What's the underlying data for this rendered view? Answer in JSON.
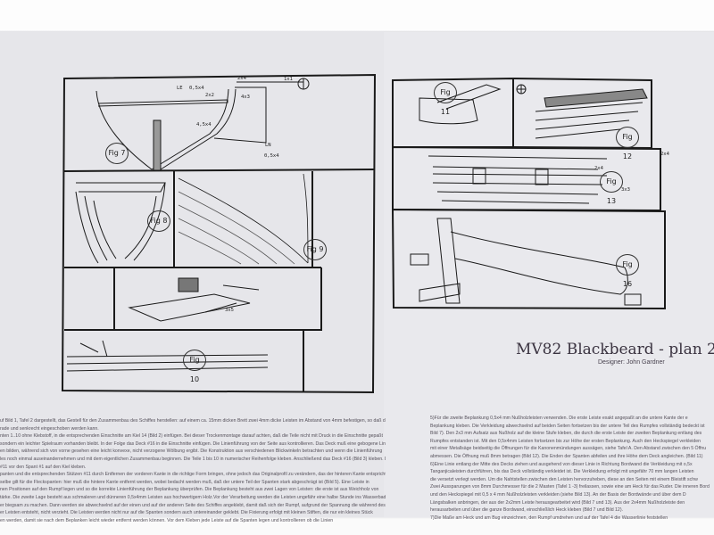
{
  "document": {
    "title": "MV82 Blackbeard - plan 2",
    "designer": "Designer: John Gardner"
  },
  "figures": {
    "fig7": "Fig 7",
    "fig8": "Fig 8",
    "fig9": "Fig 9",
    "fig10": "Fig 10",
    "fig11": "Fig 11",
    "fig12": "Fig 12",
    "fig13": "Fig 13",
    "fig16": "Fig 16"
  },
  "dimensions": {
    "le": "LE",
    "d1": "0,5x4",
    "d2": "2x4",
    "d3": "1x1",
    "d4": "2x2",
    "d5": "4x3",
    "d6": "4,5x4",
    "ln": "LN",
    "d7": "0,5x4",
    "d8": "2x4",
    "d9": "3x3",
    "d10": "3x5",
    "d11": "2x4"
  },
  "text_left": [
    "uf Bild 1, Tafel 2 dargestellt, das Gestell für den Zusammenbau des Schiffes herstellen: auf einem ca. 15mm dicken Brett zwei 4mm dicke Leisten im Abstand von 4mm befestigen, so daß der",
    "rade und senkrecht eingeschoben werden kann.",
    "nten 1..10 ohne Klebstoff, in die entsprechenden Einschnitte am Kiel 14 (Bild 2) einfügen. Bei dieser Trockenmontage darauf achten, daß die Teile nicht mit Druck in die Einschnitte gepaßt",
    "sondern ein leichter Spielraum vorhanden bleibt. In der Folge das Deck #16 in die Einschnitte einfügen. Die Linienführung von der Seite aus kontrollieren. Das Deck muß eine gebogene Linie",
    "en bilden, während sich von vorne gesehen eine leicht konvexe, nicht verzogene Wölbung ergibt. Die Konstruktion aus verschiedenen Blickwinkeln betrachten und wenn die Linienführung",
    "les noch einmal auseinandernehmen und mit dem eigentlichen Zusammenbau beginnen. Die Teile 1 bis 10 in numerischer Reihenfolge kleben. Anschließend das Deck #16 (Bild 3) kleben. Die",
    "#11 vor den Spant #1 auf den Kiel kleben.",
    "panten und die entsprechenden Stützen #11 durch Entfernen der vorderen Kante in die richtige Form bringen, ohne jedoch das Originalprofil zu verändern, das der hinteren Kante entspricht,",
    "selbe gilt für die Fleckspanten: hier muß die hintere Kante entfernt werden, wobei bedacht werden muß, daß der untere Teil der Spanten stark abgeschrägt ist (Bild 5). Eine Leiste in",
    "nen Positionen auf den Rumpf legen und so die korrekte Linienführung der Beplankung überprüfen. Die Beplankung besteht aus zwei Lagen von Leisten: die erste ist aus Weichholz von",
    "tärke. Die zweite Lage besteht aus schmaleren und dünneren 0,5x4mm Leisten aus hochwertigem Holz.Vor der Verarbeitung werden die Leisten ungefähr eine halbe Stunde ins Wasserbad",
    "er biegsam zu machen. Dann werden sie abwechselnd auf der einen und auf der anderen Seite des Schiffes angeklebt, damit daß sich der Rumpf, aufgrund der Spannung die während des",
    "er Leisten entsteht, nicht verzieht. Die Leisten werden nicht nur auf die Spanten sondern auch untereinander geklebt. Die Fixierung erfolgt mit kleinen Stiften, die nur ein kleines Stück",
    "en werden, damit sie nach dem Beplanken leicht wieder entfernt werden können. Vor dem Kleben jede Leiste auf die Spanten legen und kontrollieren ob die Linien"
  ],
  "text_right": [
    "5)Für die zweite Beplankung 0,5x4 mm Nußholzleisten verwenden. Die erste Leiste exakt angepaßt an die untere Kante der e",
    "Beplankung kleben. Die Verkleidung abwechselnd auf beiden Seiten fortsetzen bis der untere Teil des Rumpfes vollständig bedeckt ist",
    "Bild 7). Den 2x3 mm Aufsatz aus Nußholz auf die kleine Stufe kleben, die durch die erste Leiste der zweiten Beplankung entlang des",
    "Rumpfes entstanden ist. Mit den 0,5x4mm Leisten fortsetzen bis zur Höhe der ersten Beplankung. Auch den Heckspiegel verkleiden",
    "mit einer Metallsäge beidseitig die Öffnungen für die Kanonenmündungen aussägen, siehe Tafel A. Den Abstand zwischen den 5 Öffnu",
    "abmessen. Die Öffnung muß 8mm betragen (Bild 12). Die Enden der Spanten abfeilen und ihre Höhe dem Deck angleichen. (Bild 11)",
    "6)Eine Linie entlang der Mitte des Decks ziehen und ausgehend von dieser Linie in Richtung Bordwand die Verkleidung mit o,5x",
    "Tanganjicaleisten durchführen, bis das Deck vollständig verkleidet ist. Die Verkleidung erfolgt mit ungefähr 70 mm langen Leisten",
    "die versetzt verlegt werden. Um die Nahtstellen zwischen den Leisten hervorzuheben, diese an den Seiten mit einem Bleistift schw",
    "Zwei Aussparungen von 8mm Durchmesser für die 2 Masten (Tafel 1 -3) freilassen, sowie eine am Heck für das Ruder. Die inneren Bord",
    "und den Heckspiegel mit 0,5 x 4 mm Nußholzleisten verkleiden (siehe Bild 13). An der Basis der Bordwände und über dem D",
    "Längsbalken anbringen, der aus der 2x2mm Leiste herausgearbeitet wird (Bild 7 und 13). Aus der 2x4mm Nußholzleiste den",
    "herausarbeiten und über die ganze Bordwand, einschließlich Heck kleben (Bild 7 und Bild 12).",
    "7)Die Maße am Heck und am Bug einzeichnen, den Rumpf umdrehen und auf der Tafel 4 die Wasserlinie feststellen"
  ],
  "colors": {
    "ink": "#1a1a1a",
    "paper": "#e6e6ea",
    "text": "#55505a"
  }
}
